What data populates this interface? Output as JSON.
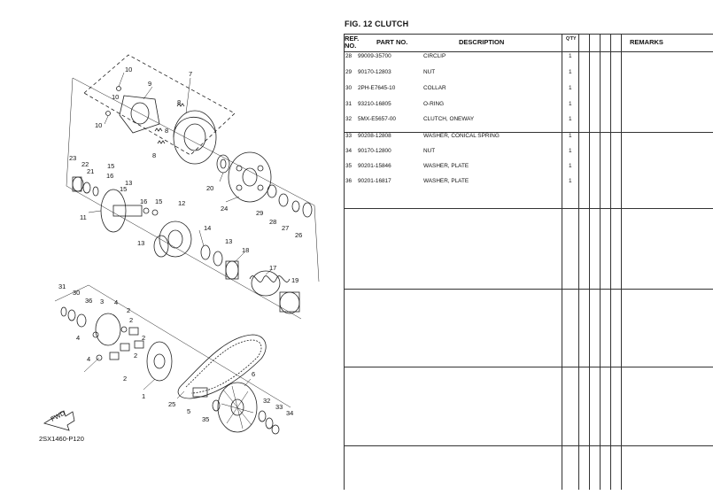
{
  "figure": {
    "title": "FIG. 12  CLUTCH",
    "code": "2SX1460-P120",
    "fwd_label": "FWD"
  },
  "table": {
    "headers": {
      "ref": "REF. NO.",
      "part": "PART NO.",
      "desc": "DESCRIPTION",
      "qty": "Q'TY",
      "remarks": "REMARKS"
    },
    "rows": [
      {
        "ref": "28",
        "part": "99009-35700",
        "desc": "CIRCLIP",
        "qty": "1"
      },
      {
        "ref": "29",
        "part": "90170-12803",
        "desc": "NUT",
        "qty": "1"
      },
      {
        "ref": "30",
        "part": "2PH-E7645-10",
        "desc": "COLLAR",
        "qty": "1"
      },
      {
        "ref": "31",
        "part": "93210-16805",
        "desc": "O-RING",
        "qty": "1"
      },
      {
        "ref": "32",
        "part": "5MX-E5657-00",
        "desc": "CLUTCH, ONEWAY",
        "qty": "1"
      },
      {
        "ref": "33",
        "part": "90208-12808",
        "desc": "WASHER, CONICAL SPRING",
        "qty": "1"
      },
      {
        "ref": "34",
        "part": "90170-12800",
        "desc": "NUT",
        "qty": "1"
      },
      {
        "ref": "35",
        "part": "90201-15846",
        "desc": "WASHER, PLATE",
        "qty": "1"
      },
      {
        "ref": "36",
        "part": "90201-16817",
        "desc": "WASHER, PLATE",
        "qty": "1"
      }
    ]
  },
  "callouts": [
    "10",
    "9",
    "7",
    "10",
    "8",
    "8",
    "8",
    "10",
    "23",
    "22",
    "21",
    "15",
    "16",
    "13",
    "15",
    "12",
    "20",
    "24",
    "29",
    "28",
    "27",
    "26",
    "11",
    "16",
    "15",
    "13",
    "14",
    "13",
    "18",
    "17",
    "19",
    "31",
    "30",
    "36",
    "3",
    "4",
    "2",
    "4",
    "2",
    "2",
    "2",
    "4",
    "2",
    "1",
    "25",
    "5",
    "6",
    "35",
    "32",
    "33",
    "34"
  ]
}
